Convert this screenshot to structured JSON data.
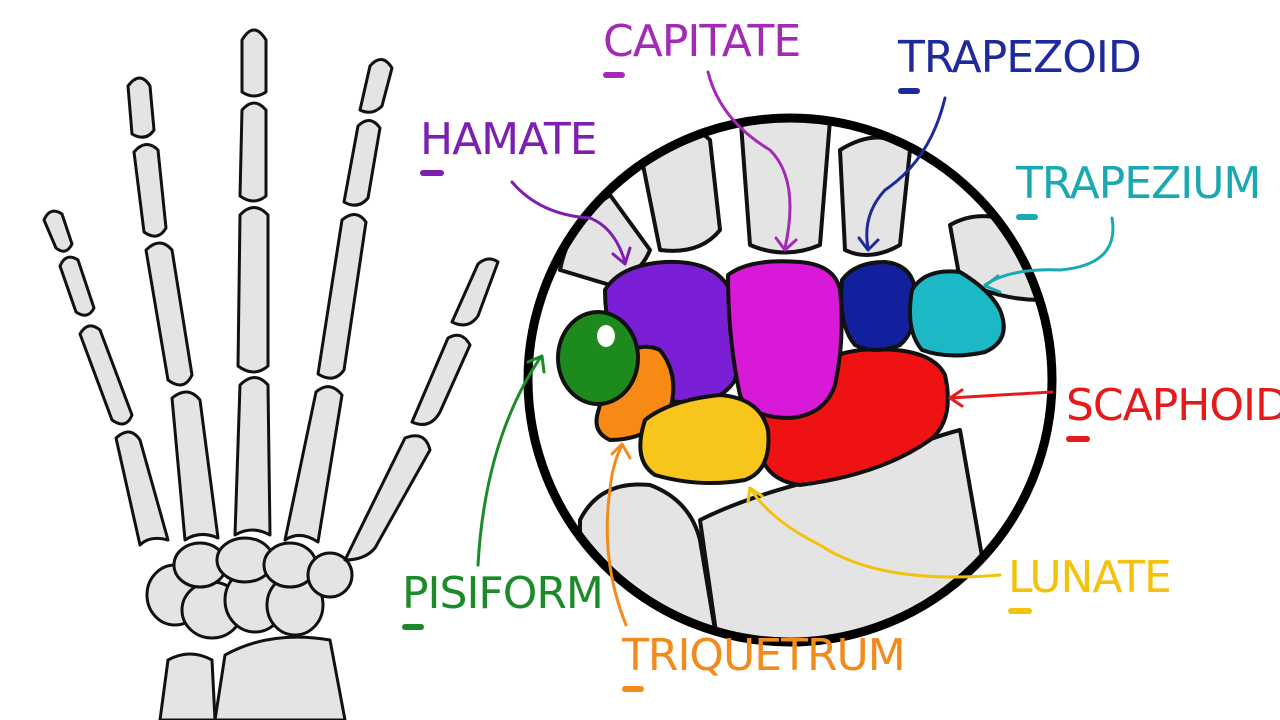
{
  "diagram": {
    "labels": [
      {
        "id": "capitate",
        "text": "CAPITATE",
        "color": "#a22ab5"
      },
      {
        "id": "trapezoid",
        "text": "TRAPEZOID",
        "color": "#1e2a9c"
      },
      {
        "id": "hamate",
        "text": "HAMATE",
        "color": "#7d1fb0"
      },
      {
        "id": "trapezium",
        "text": "TRAPEZIUM",
        "color": "#1aa8b3"
      },
      {
        "id": "scaphoid",
        "text": "SCAPHOID",
        "color": "#e31b1b"
      },
      {
        "id": "lunate",
        "text": "LUNATE",
        "color": "#f2c20f"
      },
      {
        "id": "pisiform",
        "text": "PISIFORM",
        "color": "#1b8b2a"
      },
      {
        "id": "triquetrum",
        "text": "TRIQUETRUM",
        "color": "#f28a1c"
      }
    ],
    "bone_colors": {
      "hamate": "#7b1fd6",
      "capitate": "#d81ad8",
      "trapezoid": "#12209e",
      "trapezium": "#1db8c6",
      "scaphoid": "#ef1212",
      "lunate": "#f7c51b",
      "pisiform": "#1c8a1c",
      "triquetrum": "#f68a14",
      "skeleton": "#e2e2e2",
      "outline": "#111111"
    }
  }
}
